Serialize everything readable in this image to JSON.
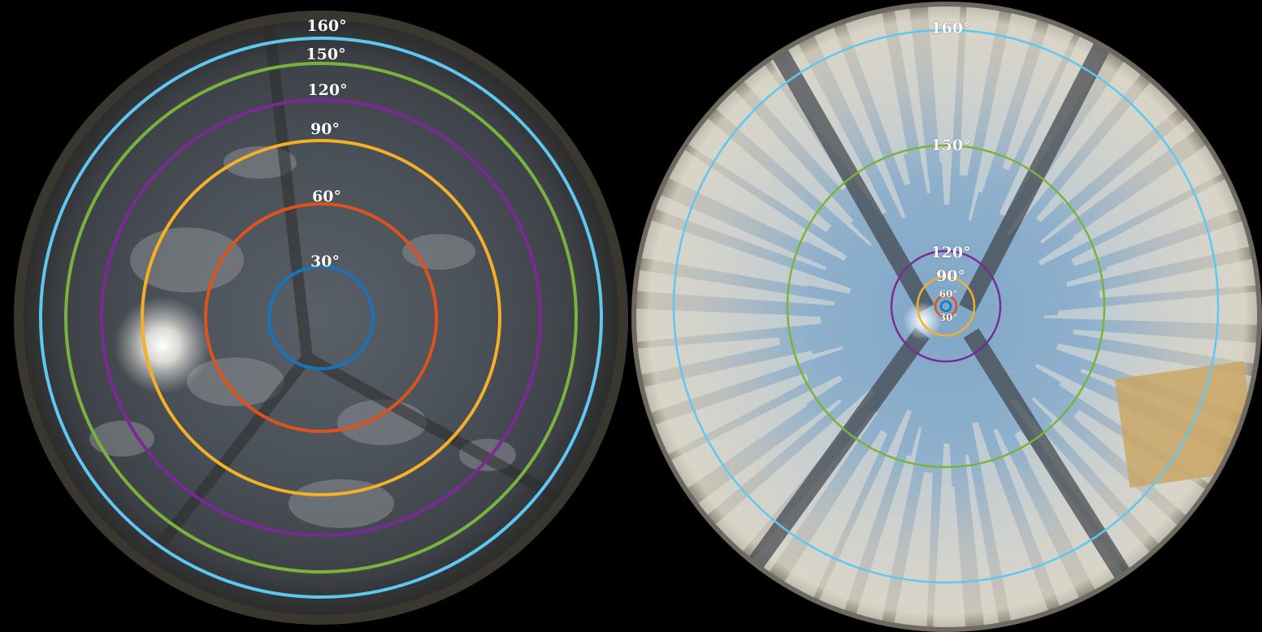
{
  "panels": [
    {
      "id": "left",
      "rings": [
        {
          "label": "160°",
          "color": "#5ec8f2"
        },
        {
          "label": "150°",
          "color": "#78b43c"
        },
        {
          "label": "120°",
          "color": "#7a2a96"
        },
        {
          "label": "90°",
          "color": "#f5b025"
        },
        {
          "label": "60°",
          "color": "#e0521c"
        },
        {
          "label": "30°",
          "color": "#1a73b8"
        }
      ]
    },
    {
      "id": "right",
      "rings": [
        {
          "label": "160°",
          "color": "#5ec8f2"
        },
        {
          "label": "150°",
          "color": "#78b43c"
        },
        {
          "label": "120°",
          "color": "#7a2a96"
        },
        {
          "label": "90°",
          "color": "#f5b025"
        },
        {
          "label": "60°",
          "color": "#e0521c"
        },
        {
          "label": "30°",
          "color": "#1a73b8"
        }
      ]
    }
  ]
}
